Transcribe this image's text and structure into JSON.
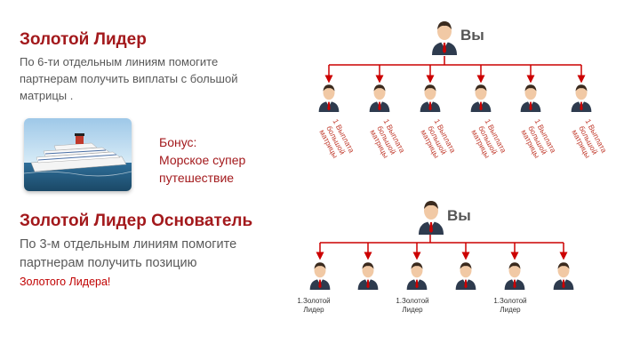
{
  "section1": {
    "title": "Золотой Лидер",
    "text": "По 6-ти отдельным линиям помогите партнерам получить виплаты с большой матрицы ."
  },
  "bonus": {
    "line1": "Бонус:",
    "line2": "Морское супер путешествие"
  },
  "section2": {
    "title": "Золотой Лидер Основатель",
    "text": "По 3-м отдельным линиям помогите партнерам получить  позицию",
    "highlight": "Золотого Лидера!"
  },
  "diagram1": {
    "root_label": "Вы",
    "children_labels": [
      "1 Выплата большой матрицы",
      "1 Выплата большой матрицы",
      "1 Выплата большой матрицы",
      "1 Выплата большой матрицы",
      "1 Выплата большой матрицы",
      "1 Выплата большой матрицы"
    ]
  },
  "diagram2": {
    "root_label": "Вы",
    "children_labels": [
      "1.Золотой Лидер",
      "1.Золотой Лидер",
      "1.Золотой Лидер"
    ]
  },
  "colors": {
    "title": "#a3191c",
    "arrow": "#cc0000",
    "text": "#595959"
  },
  "icons": {
    "person": "businessman-icon",
    "ship": "cruise-ship-image"
  }
}
